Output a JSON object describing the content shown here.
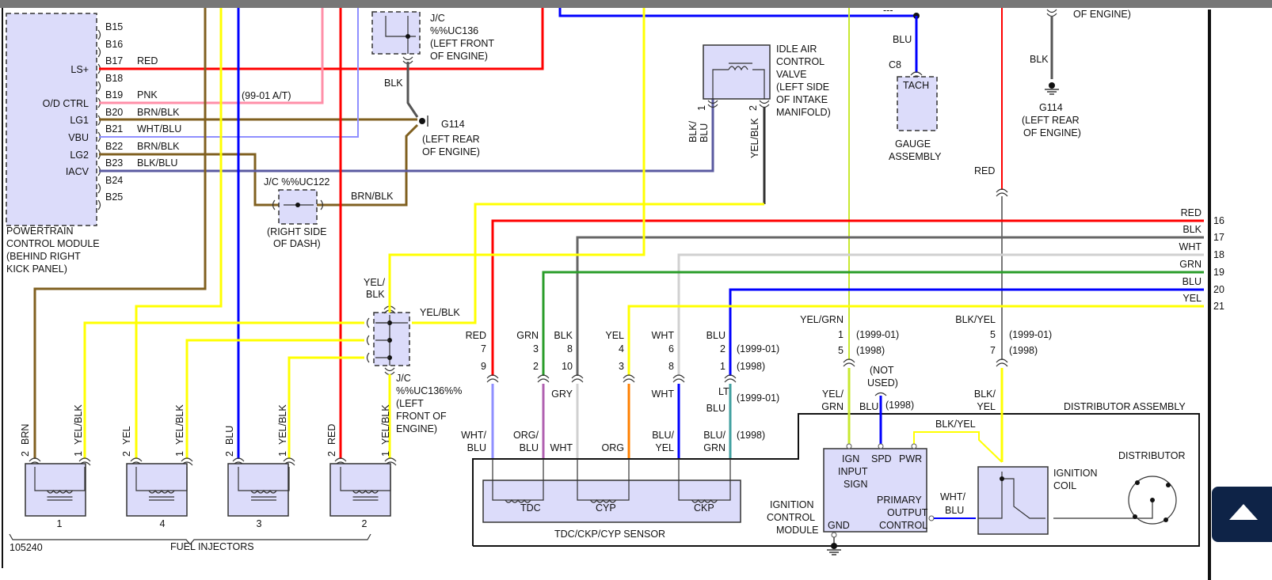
{
  "colors": {
    "red": "#ff0000",
    "pink": "#ff8fa8",
    "brown": "#806020",
    "yellow": "#ffff00",
    "blue": "#0000ff",
    "lavender": "#8f8fff",
    "black": "#555555",
    "white": "#d0d0d0",
    "green": "#2a9d2a",
    "orange": "#ff8000",
    "yelgrn": "#c8e830",
    "box_fill": "#dcdcfa",
    "button": "#0e2347"
  },
  "pcm": {
    "title": [
      "POWERTRAIN",
      "CONTROL MODULE",
      "(BEHIND RIGHT",
      "KICK PANEL)"
    ],
    "pins": [
      "B15",
      "B16",
      "B17",
      "B18",
      "B19",
      "B20",
      "B21",
      "B22",
      "B23",
      "B24",
      "B25"
    ],
    "signals": [
      "LS+",
      "O/D CTRL",
      "LG1",
      "VBU",
      "LG2",
      "IACV"
    ],
    "wire_labels": [
      "RED",
      "PNK",
      "BRN/BLK",
      "WHT/BLU",
      "BRN/BLK",
      "BLK/BLU"
    ],
    "note": "(99-01 A/T)"
  },
  "jc136_top": {
    "lines": [
      "J/C",
      "%%UC136",
      "(LEFT FRONT",
      "OF ENGINE)"
    ],
    "wire": "BLK"
  },
  "g114_left": {
    "lines": [
      "G114",
      "(LEFT REAR",
      "OF ENGINE)"
    ]
  },
  "jc122": {
    "title": "J/C %%UC122",
    "lines": [
      "(RIGHT SIDE",
      "OF DASH)"
    ],
    "wire": "BRN/BLK"
  },
  "iac": {
    "lines": [
      "IDLE AIR",
      "CONTROL",
      "VALVE",
      "(LEFT SIDE",
      "OF INTAKE",
      "MANIFOLD)"
    ],
    "pins": [
      "1",
      "2"
    ],
    "wire1": [
      "BLK/",
      "BLU"
    ],
    "wire2": "YEL/BLK"
  },
  "gauge": {
    "dashes": "---",
    "wire": "BLU",
    "connector": "C8",
    "pin": "TACH",
    "lines": [
      "GAUGE",
      "ASSEMBLY"
    ]
  },
  "g114_right": {
    "top_text": "OF ENGINE)",
    "wire": "BLK",
    "lines": [
      "G114",
      "(LEFT REAR",
      "OF ENGINE)"
    ]
  },
  "right_wires": {
    "colors": [
      "RED",
      "BLK",
      "WHT",
      "GRN",
      "BLU",
      "YEL"
    ],
    "numbers": [
      "16",
      "17",
      "18",
      "19",
      "20",
      "21"
    ],
    "red_vertical": "RED"
  },
  "sensor_conn": {
    "top_colors": [
      "RED",
      "GRN",
      "BLK",
      "YEL",
      "WHT",
      "BLU"
    ],
    "pins_9901": [
      "7",
      "3",
      "8",
      "4",
      "6",
      "2"
    ],
    "pins_1998": [
      "9",
      "2",
      "10",
      "3",
      "8",
      "1"
    ],
    "years": [
      "(1999-01)",
      "(1998)",
      "(1999-01)",
      "(1998)"
    ],
    "lower": [
      "WHT/",
      "BLU",
      "ORG/",
      "BLU",
      "GRY",
      "WHT",
      "ORG",
      "WHT",
      "BLU/",
      "YEL",
      "LT",
      "BLU",
      "BLU/",
      "GRN"
    ],
    "coils": [
      "TDC",
      "CYP",
      "CKP"
    ],
    "title": "TDC/CKP/CYP SENSOR"
  },
  "icm_wires": {
    "yelgrn": "YEL/GRN",
    "pins_a": [
      "1",
      "5"
    ],
    "blkyel": "BLK/YEL",
    "pins_b": [
      "5",
      "7"
    ],
    "years": [
      "(1999-01)",
      "(1998)",
      "(1999-01)",
      "(1998)"
    ],
    "not_used": [
      "(NOT",
      "USED)"
    ],
    "lower_a": [
      "YEL/",
      "GRN"
    ],
    "blu": "BLU",
    "blu_year": "(1998)",
    "lower_b": [
      "BLK/",
      "YEL"
    ]
  },
  "distributor": {
    "title": "DISTRIBUTOR ASSEMBLY",
    "pwr_wire": "BLK/YEL",
    "ctrl_wire": [
      "WHT/",
      "BLU"
    ],
    "coil": [
      "IGNITION",
      "COIL"
    ],
    "dist": "DISTRIBUTOR"
  },
  "icm": {
    "pins": [
      "IGN",
      "INPUT",
      "SIGN",
      "SPD",
      "PWR",
      "PRIMARY",
      "OUTPUT",
      "CONTROL",
      "GND"
    ],
    "title": [
      "IGNITION",
      "CONTROL",
      "MODULE"
    ]
  },
  "jc136_low": {
    "lines": [
      "J/C",
      "%%UC136%%",
      "(LEFT",
      "FRONT OF",
      "ENGINE)"
    ],
    "in": [
      "YEL/",
      "BLK"
    ],
    "out": "YEL/BLK"
  },
  "injectors": {
    "items": [
      {
        "num": "1",
        "pin2": "2",
        "c2": "BRN",
        "pin1": "1",
        "c1": "YEL/BLK"
      },
      {
        "num": "4",
        "pin2": "2",
        "c2": "YEL",
        "pin1": "1",
        "c1": "YEL/BLK"
      },
      {
        "num": "3",
        "pin2": "2",
        "c2": "BLU",
        "pin1": "1",
        "c1": "YEL/BLK"
      },
      {
        "num": "2",
        "pin2": "2",
        "c2": "RED",
        "pin1": "1",
        "c1": "YEL/BLK"
      }
    ],
    "title": "FUEL INJECTORS"
  },
  "figure_id": "105240",
  "scroll_button": {
    "icon": "arrow-up-icon"
  }
}
